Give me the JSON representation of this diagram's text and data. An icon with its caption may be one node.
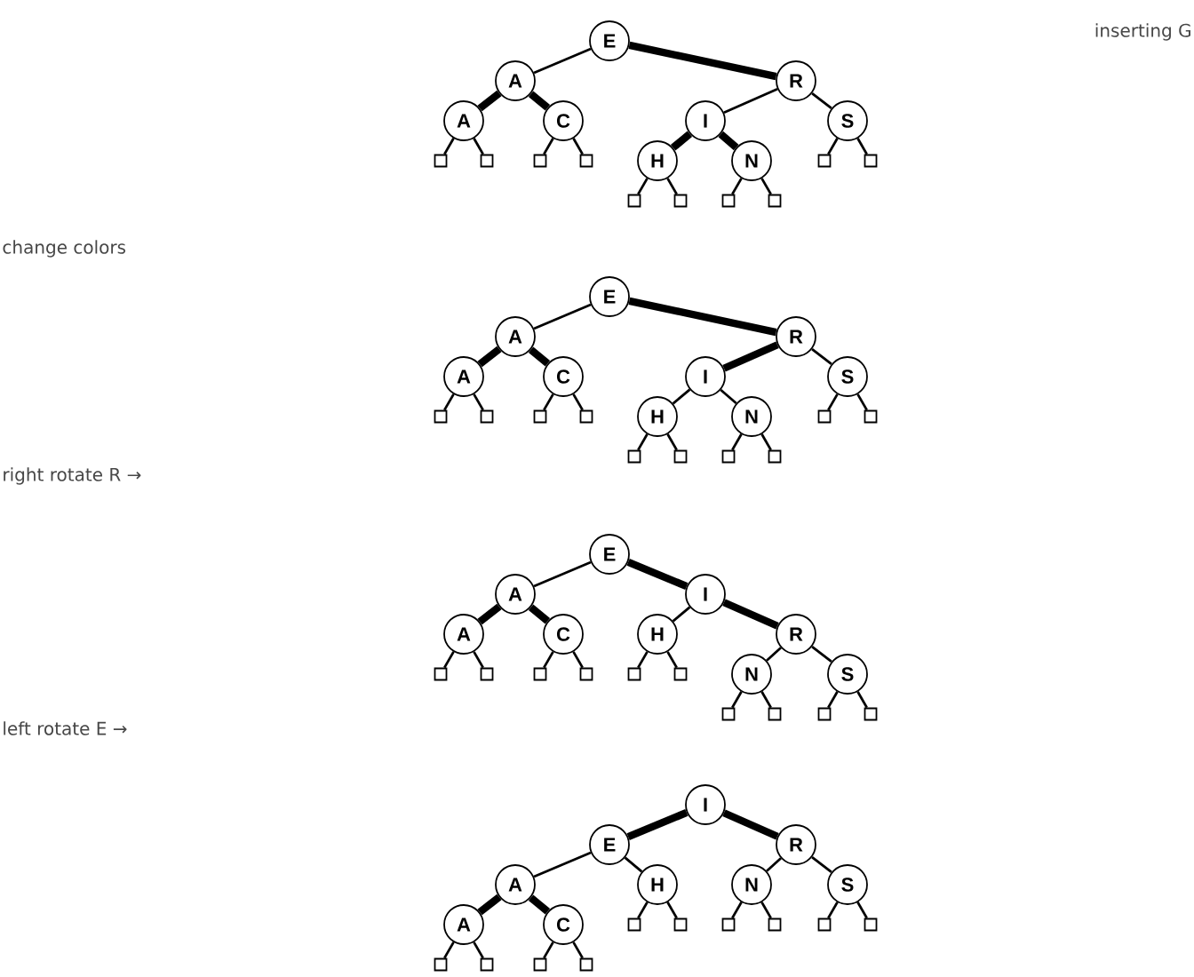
{
  "diagram": {
    "nodes": [
      {
        "text": [
          "E"
        ]
      },
      {
        "text": [
          "A"
        ]
      },
      {
        "text": [
          "R"
        ]
      },
      {
        "text": [
          "A"
        ]
      },
      {
        "text": [
          "C"
        ]
      },
      {
        "text": [
          "I"
        ]
      },
      {
        "text": [
          "S"
        ]
      },
      {
        "text": [],
        "shape": "box"
      },
      {
        "text": [],
        "shape": "box"
      },
      {
        "text": [],
        "shape": "box"
      },
      {
        "text": [],
        "shape": "box"
      },
      {
        "text": [
          "H"
        ]
      },
      {
        "text": [
          "N"
        ]
      },
      {
        "text": [],
        "shape": "box"
      },
      {
        "text": [],
        "shape": "box"
      },
      {
        "text": [],
        "shape": "box"
      },
      {
        "text": [],
        "shape": "box"
      },
      {
        "text": [],
        "shape": "box"
      },
      {
        "text": [],
        "shape": "box"
      },
      {
        "text": [
          "E"
        ]
      },
      {
        "text": [
          "A"
        ]
      },
      {
        "text": [
          "R"
        ]
      },
      {
        "text": [
          "A"
        ]
      },
      {
        "text": [
          "C"
        ]
      },
      {
        "text": [
          "I"
        ]
      },
      {
        "text": [
          "S"
        ]
      },
      {
        "text": [],
        "shape": "box"
      },
      {
        "text": [],
        "shape": "box"
      },
      {
        "text": [],
        "shape": "box"
      },
      {
        "text": [],
        "shape": "box"
      },
      {
        "text": [
          "H"
        ]
      },
      {
        "text": [
          "N"
        ]
      },
      {
        "text": [],
        "shape": "box"
      },
      {
        "text": [],
        "shape": "box"
      },
      {
        "text": [],
        "shape": "box"
      },
      {
        "text": [],
        "shape": "box"
      },
      {
        "text": [],
        "shape": "box"
      },
      {
        "text": [],
        "shape": "box"
      },
      {
        "text": [
          "E"
        ]
      },
      {
        "text": [
          "A"
        ]
      },
      {
        "text": [
          "I"
        ]
      },
      {
        "text": [
          "A"
        ]
      },
      {
        "text": [
          "C"
        ]
      },
      {
        "text": [
          "H"
        ]
      },
      {
        "text": [
          "R"
        ]
      },
      {
        "text": [],
        "shape": "box"
      },
      {
        "text": [],
        "shape": "box"
      },
      {
        "text": [],
        "shape": "box"
      },
      {
        "text": [],
        "shape": "box"
      },
      {
        "text": [],
        "shape": "box"
      },
      {
        "text": [],
        "shape": "box"
      },
      {
        "text": [
          "N"
        ]
      },
      {
        "text": [
          "S"
        ]
      },
      {
        "text": [],
        "shape": "box"
      },
      {
        "text": [],
        "shape": "box"
      },
      {
        "text": [],
        "shape": "box"
      },
      {
        "text": [],
        "shape": "box"
      },
      {
        "text": [
          "I"
        ]
      },
      {
        "text": [
          "E"
        ]
      },
      {
        "text": [
          "R"
        ]
      },
      {
        "text": [
          "A"
        ]
      },
      {
        "text": [
          "H"
        ]
      },
      {
        "text": [
          "N"
        ]
      },
      {
        "text": [
          "S"
        ]
      },
      {
        "text": [
          "A"
        ]
      },
      {
        "text": [
          "C"
        ]
      },
      {
        "text": [],
        "shape": "box"
      },
      {
        "text": [],
        "shape": "box"
      },
      {
        "text": [],
        "shape": "box"
      },
      {
        "text": [],
        "shape": "box"
      },
      {
        "text": [],
        "shape": "box"
      },
      {
        "text": [],
        "shape": "box"
      },
      {
        "text": [],
        "shape": "box"
      },
      {
        "text": [],
        "shape": "box"
      },
      {
        "text": [],
        "shape": "box"
      },
      {
        "text": [],
        "shape": "box"
      }
    ],
    "edges": [
      {
        "from": 0,
        "to": 1,
        "arrow": "none"
      },
      {
        "from": 0,
        "to": 2,
        "arrow": "none",
        "style": "thick"
      },
      {
        "from": 1,
        "to": 3,
        "arrow": "none",
        "style": "thick"
      },
      {
        "from": 1,
        "to": 4,
        "arrow": "none",
        "style": "thick"
      },
      {
        "from": 2,
        "to": 5,
        "arrow": "none"
      },
      {
        "from": 2,
        "to": 6,
        "arrow": "none"
      },
      {
        "from": 3,
        "to": 7,
        "arrow": "none"
      },
      {
        "from": 3,
        "to": 8,
        "arrow": "none"
      },
      {
        "from": 4,
        "to": 9,
        "arrow": "none"
      },
      {
        "from": 4,
        "to": 10,
        "arrow": "none"
      },
      {
        "from": 5,
        "to": 11,
        "arrow": "none",
        "style": "thick"
      },
      {
        "from": 5,
        "to": 12,
        "arrow": "none",
        "style": "thick"
      },
      {
        "from": 6,
        "to": 13,
        "arrow": "none"
      },
      {
        "from": 6,
        "to": 14,
        "arrow": "none"
      },
      {
        "from": 11,
        "to": 15,
        "arrow": "none"
      },
      {
        "from": 11,
        "to": 16,
        "arrow": "none"
      },
      {
        "from": 12,
        "to": 17,
        "arrow": "none"
      },
      {
        "from": 12,
        "to": 18,
        "arrow": "none"
      },
      {
        "from": 19,
        "to": 20,
        "arrow": "none"
      },
      {
        "from": 19,
        "to": 21,
        "arrow": "none",
        "style": "thick"
      },
      {
        "from": 20,
        "to": 22,
        "arrow": "none",
        "style": "thick"
      },
      {
        "from": 20,
        "to": 23,
        "arrow": "none",
        "style": "thick"
      },
      {
        "from": 21,
        "to": 24,
        "arrow": "none",
        "style": "thick"
      },
      {
        "from": 21,
        "to": 25,
        "arrow": "none"
      },
      {
        "from": 22,
        "to": 26,
        "arrow": "none"
      },
      {
        "from": 22,
        "to": 27,
        "arrow": "none"
      },
      {
        "from": 23,
        "to": 28,
        "arrow": "none"
      },
      {
        "from": 23,
        "to": 29,
        "arrow": "none"
      },
      {
        "from": 24,
        "to": 30,
        "arrow": "none"
      },
      {
        "from": 24,
        "to": 31,
        "arrow": "none"
      },
      {
        "from": 25,
        "to": 32,
        "arrow": "none"
      },
      {
        "from": 25,
        "to": 33,
        "arrow": "none"
      },
      {
        "from": 30,
        "to": 34,
        "arrow": "none"
      },
      {
        "from": 30,
        "to": 35,
        "arrow": "none"
      },
      {
        "from": 31,
        "to": 36,
        "arrow": "none"
      },
      {
        "from": 31,
        "to": 37,
        "arrow": "none"
      },
      {
        "from": 38,
        "to": 39,
        "arrow": "none"
      },
      {
        "from": 38,
        "to": 40,
        "arrow": "none",
        "style": "thick"
      },
      {
        "from": 39,
        "to": 41,
        "arrow": "none",
        "style": "thick"
      },
      {
        "from": 39,
        "to": 42,
        "arrow": "none",
        "style": "thick"
      },
      {
        "from": 40,
        "to": 43,
        "arrow": "none"
      },
      {
        "from": 40,
        "to": 44,
        "arrow": "none",
        "style": "thick"
      },
      {
        "from": 41,
        "to": 45,
        "arrow": "none"
      },
      {
        "from": 41,
        "to": 46,
        "arrow": "none"
      },
      {
        "from": 42,
        "to": 47,
        "arrow": "none"
      },
      {
        "from": 42,
        "to": 48,
        "arrow": "none"
      },
      {
        "from": 43,
        "to": 49,
        "arrow": "none"
      },
      {
        "from": 43,
        "to": 50,
        "arrow": "none"
      },
      {
        "from": 44,
        "to": 51,
        "arrow": "none"
      },
      {
        "from": 44,
        "to": 52,
        "arrow": "none"
      },
      {
        "from": 51,
        "to": 53,
        "arrow": "none"
      },
      {
        "from": 51,
        "to": 54,
        "arrow": "none"
      },
      {
        "from": 52,
        "to": 55,
        "arrow": "none"
      },
      {
        "from": 52,
        "to": 56,
        "arrow": "none"
      },
      {
        "from": 57,
        "to": 58,
        "arrow": "none",
        "style": "thick"
      },
      {
        "from": 57,
        "to": 59,
        "arrow": "none",
        "style": "thick"
      },
      {
        "from": 58,
        "to": 60,
        "arrow": "none"
      },
      {
        "from": 58,
        "to": 61,
        "arrow": "none"
      },
      {
        "from": 59,
        "to": 62,
        "arrow": "none"
      },
      {
        "from": 59,
        "to": 63,
        "arrow": "none"
      },
      {
        "from": 60,
        "to": 64,
        "arrow": "none",
        "style": "thick"
      },
      {
        "from": 60,
        "to": 65,
        "arrow": "none",
        "style": "thick"
      },
      {
        "from": 61,
        "to": 66,
        "arrow": "none"
      },
      {
        "from": 61,
        "to": 67,
        "arrow": "none"
      },
      {
        "from": 62,
        "to": 68,
        "arrow": "none"
      },
      {
        "from": 62,
        "to": 69,
        "arrow": "none"
      },
      {
        "from": 63,
        "to": 70,
        "arrow": "none"
      },
      {
        "from": 63,
        "to": 71,
        "arrow": "none"
      },
      {
        "from": 64,
        "to": 72,
        "arrow": "none"
      },
      {
        "from": 64,
        "to": 73,
        "arrow": "none"
      },
      {
        "from": 65,
        "to": 74,
        "arrow": "none"
      },
      {
        "from": 65,
        "to": 75,
        "arrow": "none"
      }
    ],
    "labels": [
      "inserting G",
      "change colors",
      "right rotate R →",
      "left rotate E →"
    ]
  }
}
